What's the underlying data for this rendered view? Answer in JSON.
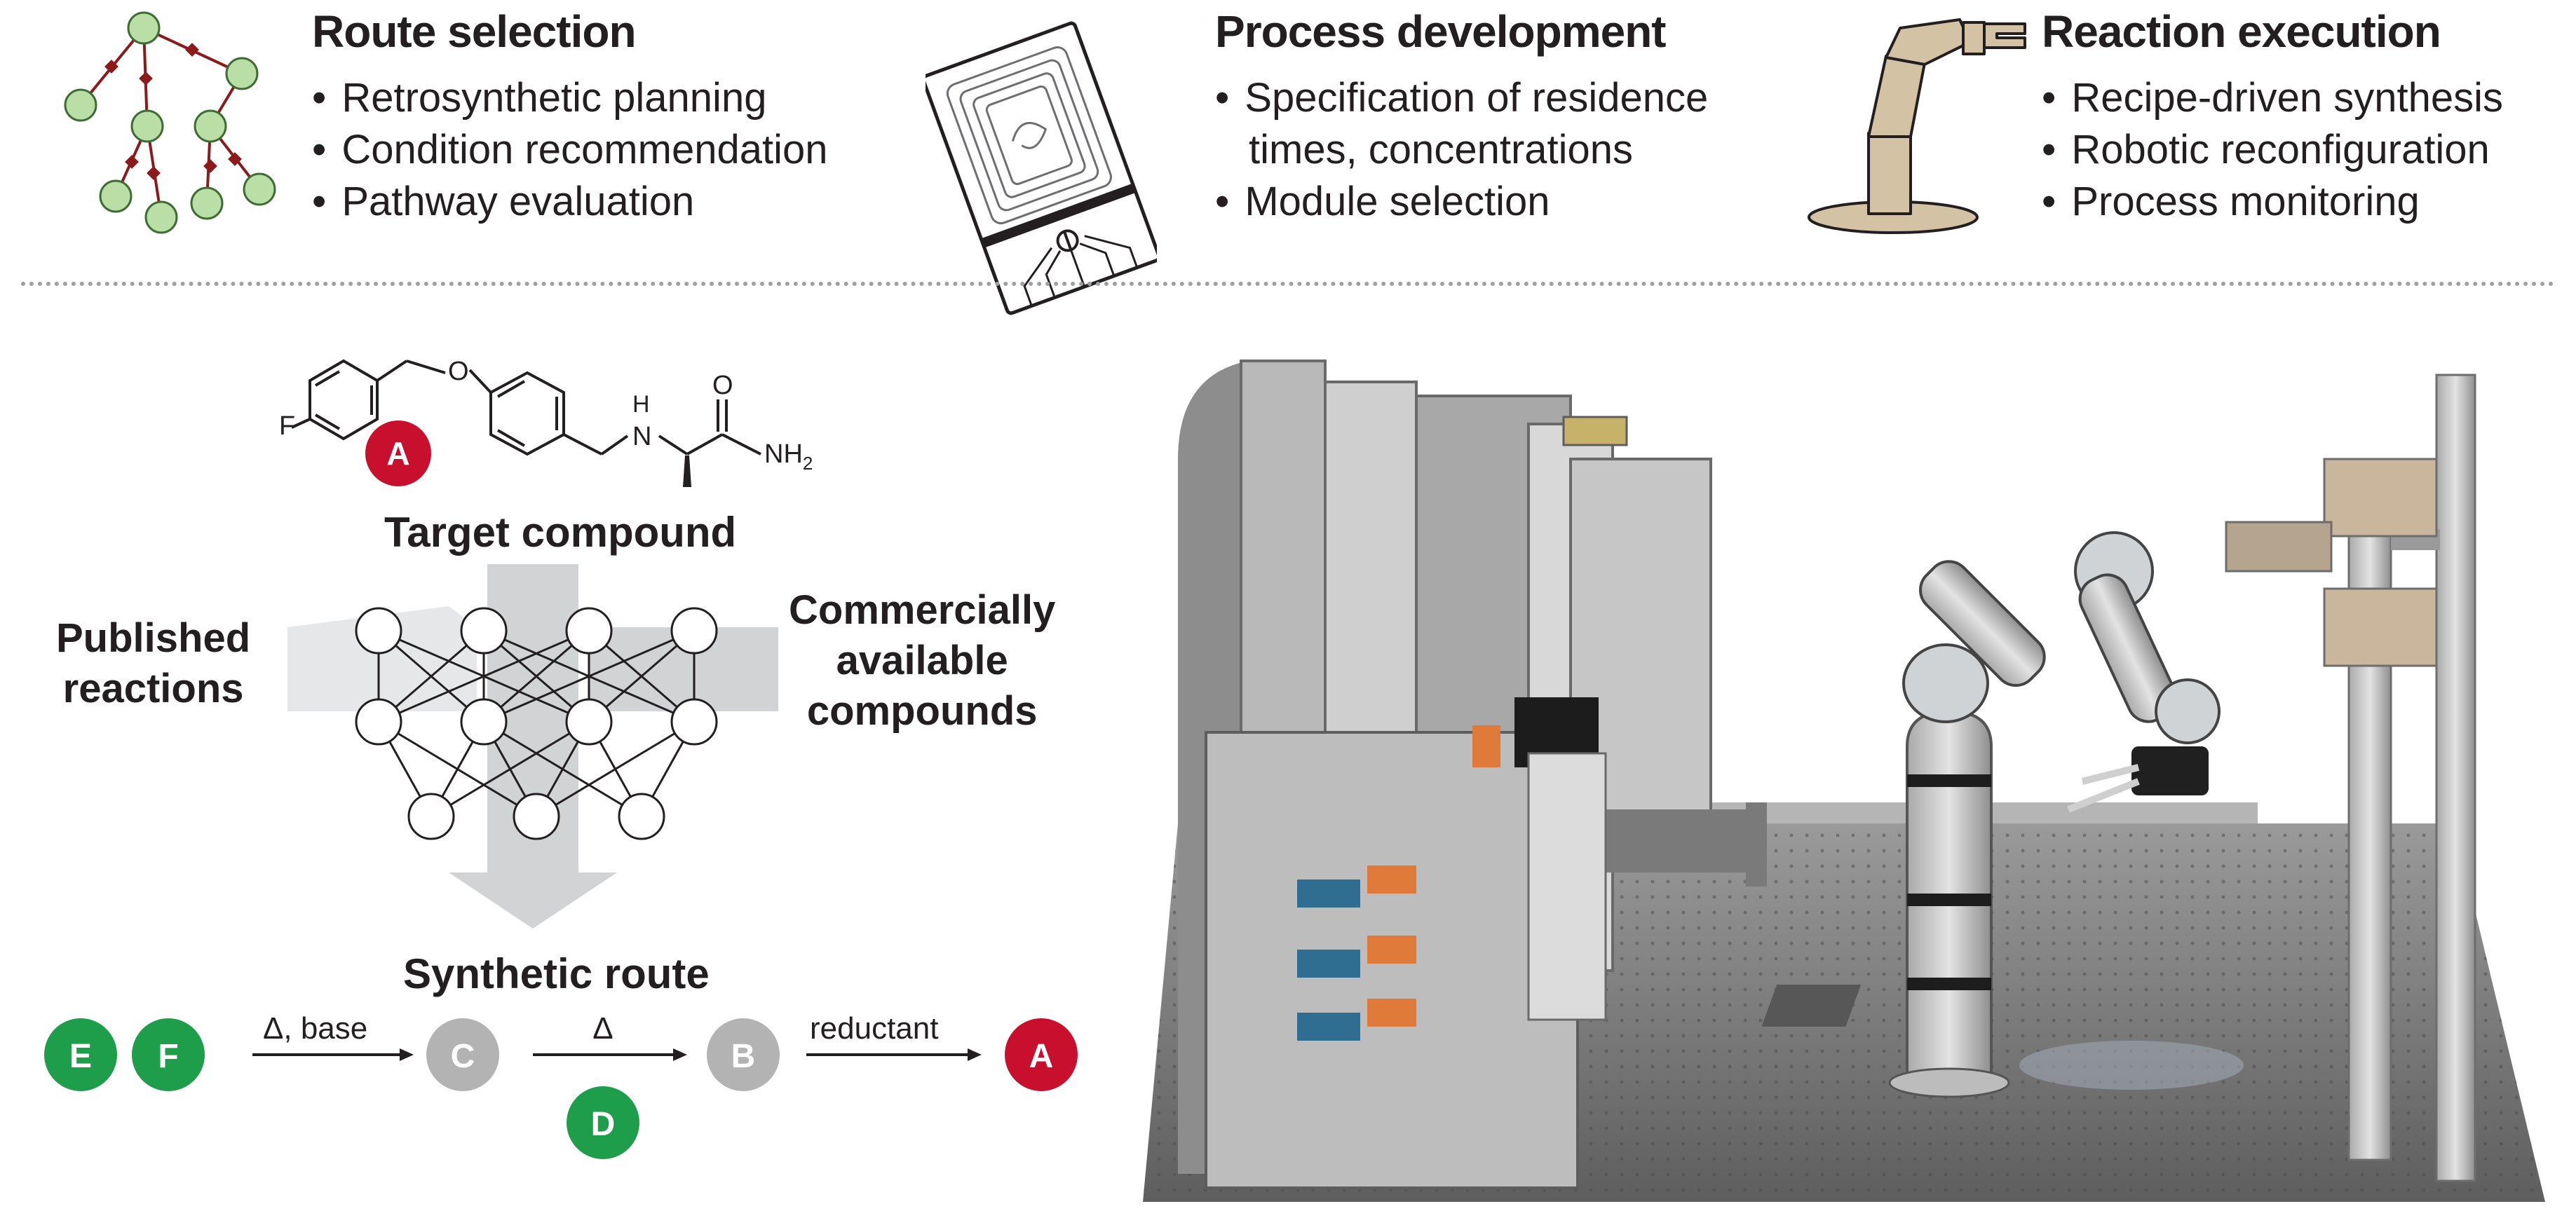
{
  "sections": [
    {
      "title": "Route selection",
      "items": [
        "Retrosynthetic planning",
        "Condition recommendation",
        "Pathway evaluation"
      ]
    },
    {
      "title": "Process development",
      "items": [
        "Specification of residence",
        "times, concentrations",
        "Module selection"
      ]
    },
    {
      "title": "Reaction execution",
      "items": [
        "Recipe-driven synthesis",
        "Robotic reconfiguration",
        "Process monitoring"
      ]
    }
  ],
  "molecule": {
    "atom_f": "F",
    "atom_o1": "O",
    "atom_o2": "O",
    "atom_h": "H",
    "atom_n": "N",
    "atom_nh": "NH",
    "sub_2": "2"
  },
  "labels": {
    "target_compound": "Target compound",
    "published": [
      "Published",
      "reactions"
    ],
    "commercial": [
      "Commercially",
      "available",
      "compounds"
    ],
    "synthetic_route": "Synthetic route"
  },
  "route": {
    "nodes": {
      "A": "A",
      "B": "B",
      "C": "C",
      "D": "D",
      "E": "E",
      "F": "F"
    },
    "arrow1": "Δ, base",
    "arrow2": "Δ",
    "arrow3": "reductant"
  },
  "colors": {
    "red": "#c8102e",
    "green": "#1e9e4a",
    "gray": "#b3b3b3",
    "tree_node": "#b9dfa6",
    "tree_link": "#8b1a1a",
    "robot_body": "#d4c2a4"
  }
}
